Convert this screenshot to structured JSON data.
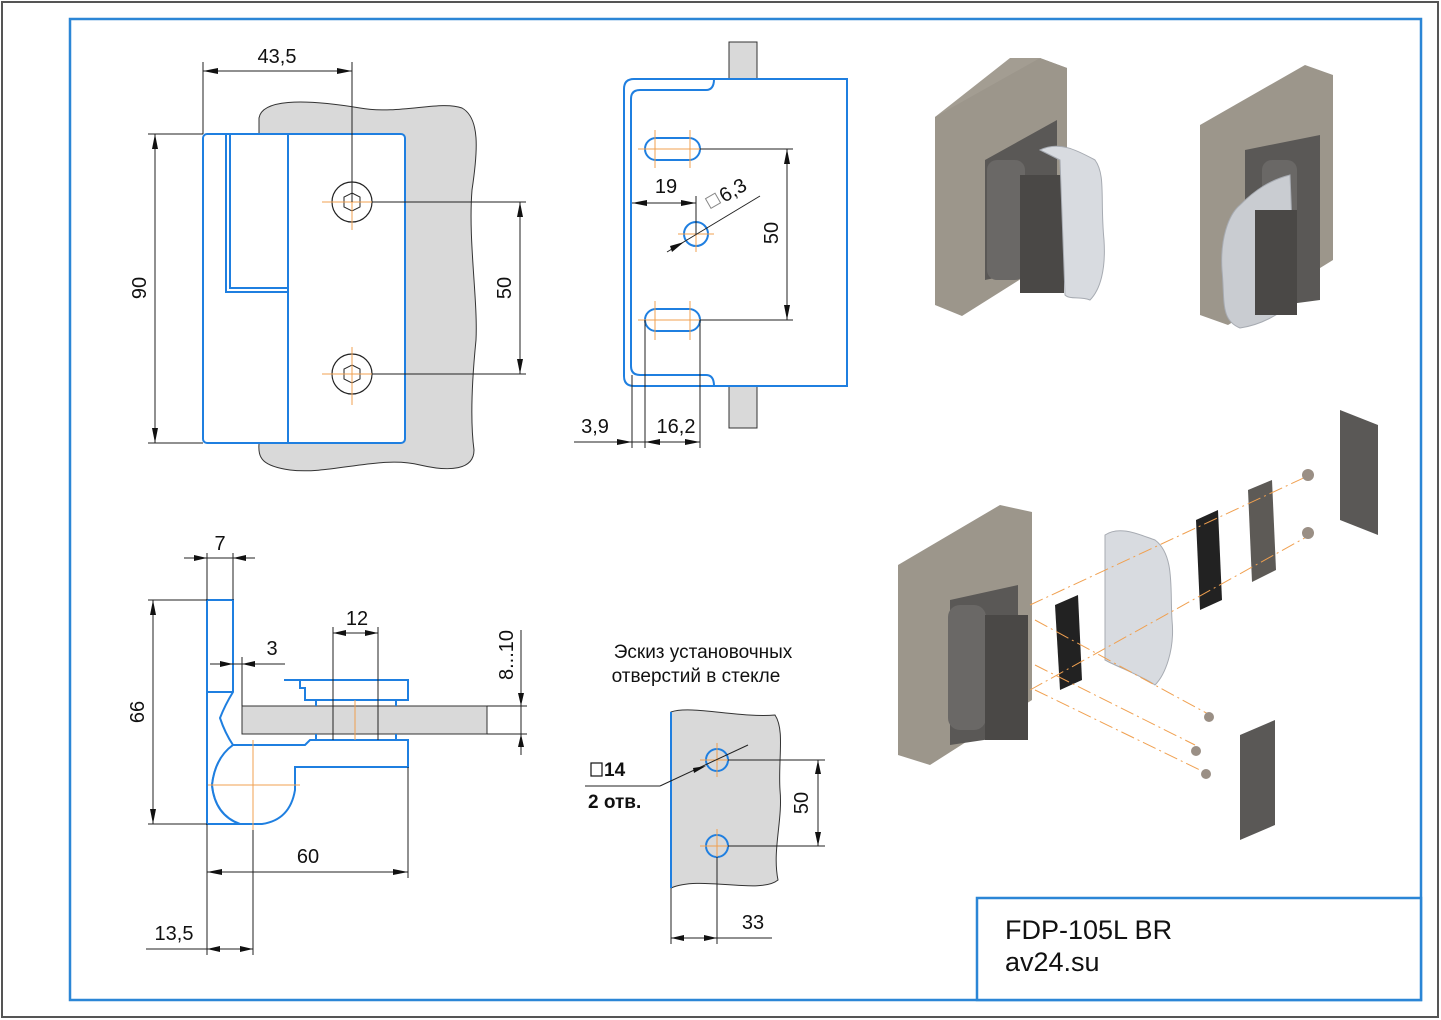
{
  "sheet": {
    "product_code": "FDP-105L BR",
    "website": "av24.su",
    "frame_color": "#1f7fe0",
    "outer_border_color": "#555555"
  },
  "front_view": {
    "dim_width": "43,5",
    "dim_height": "90",
    "dim_holes": "50"
  },
  "plate_view": {
    "dim_offset": "19",
    "dim_hole_dia": "6,3",
    "dim_slots": "50",
    "dim_edge": "3,9",
    "dim_slot_width": "16,2"
  },
  "section_view": {
    "dim_top": "7",
    "dim_gap": "3",
    "dim_height": "66",
    "dim_clamp": "12",
    "dim_glass": "8...10",
    "dim_depth": "60",
    "dim_axis": "13,5"
  },
  "glass_sketch": {
    "caption_line1": "Эскиз установочных",
    "caption_line2": "отверстий в стекле",
    "dim_hole_dia": "14",
    "holes_count": "2 отв.",
    "dim_spacing": "50",
    "dim_edge": "33"
  },
  "renders": {
    "assembled_left": "hinge-assembled-left-render",
    "assembled_right": "hinge-assembled-right-render",
    "exploded": "hinge-exploded-render"
  }
}
